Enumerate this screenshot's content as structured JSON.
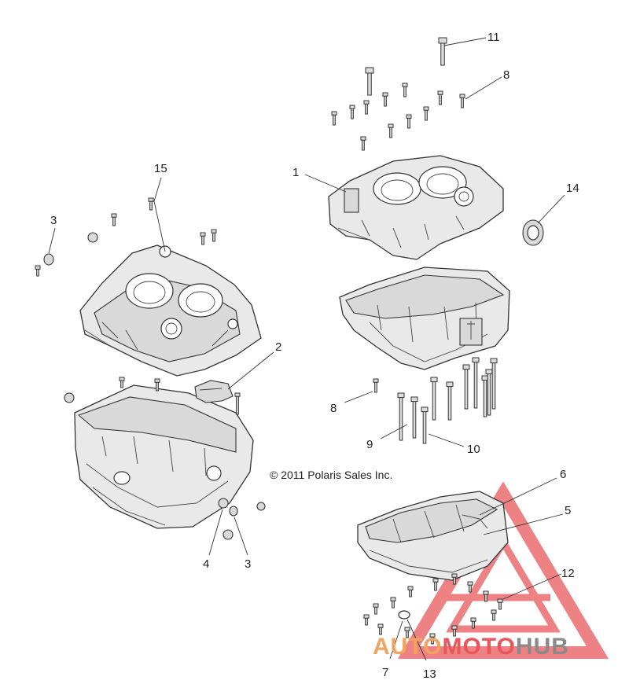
{
  "callouts": {
    "c1": "1",
    "c2": "2",
    "c3a": "3",
    "c3b": "3",
    "c4": "4",
    "c5": "5",
    "c6": "6",
    "c7": "7",
    "c8a": "8",
    "c8b": "8",
    "c9": "9",
    "c10": "10",
    "c11": "11",
    "c12": "12",
    "c13": "13",
    "c14": "14",
    "c15": "15"
  },
  "copyright": "© 2011 Polaris Sales Inc.",
  "watermark": {
    "part1": "AUTO",
    "part2": "MOTO",
    "part3": "HUB",
    "colors": {
      "red": "#e8575a",
      "orange": "#f2a35e",
      "gray": "#8a8a8a"
    }
  }
}
